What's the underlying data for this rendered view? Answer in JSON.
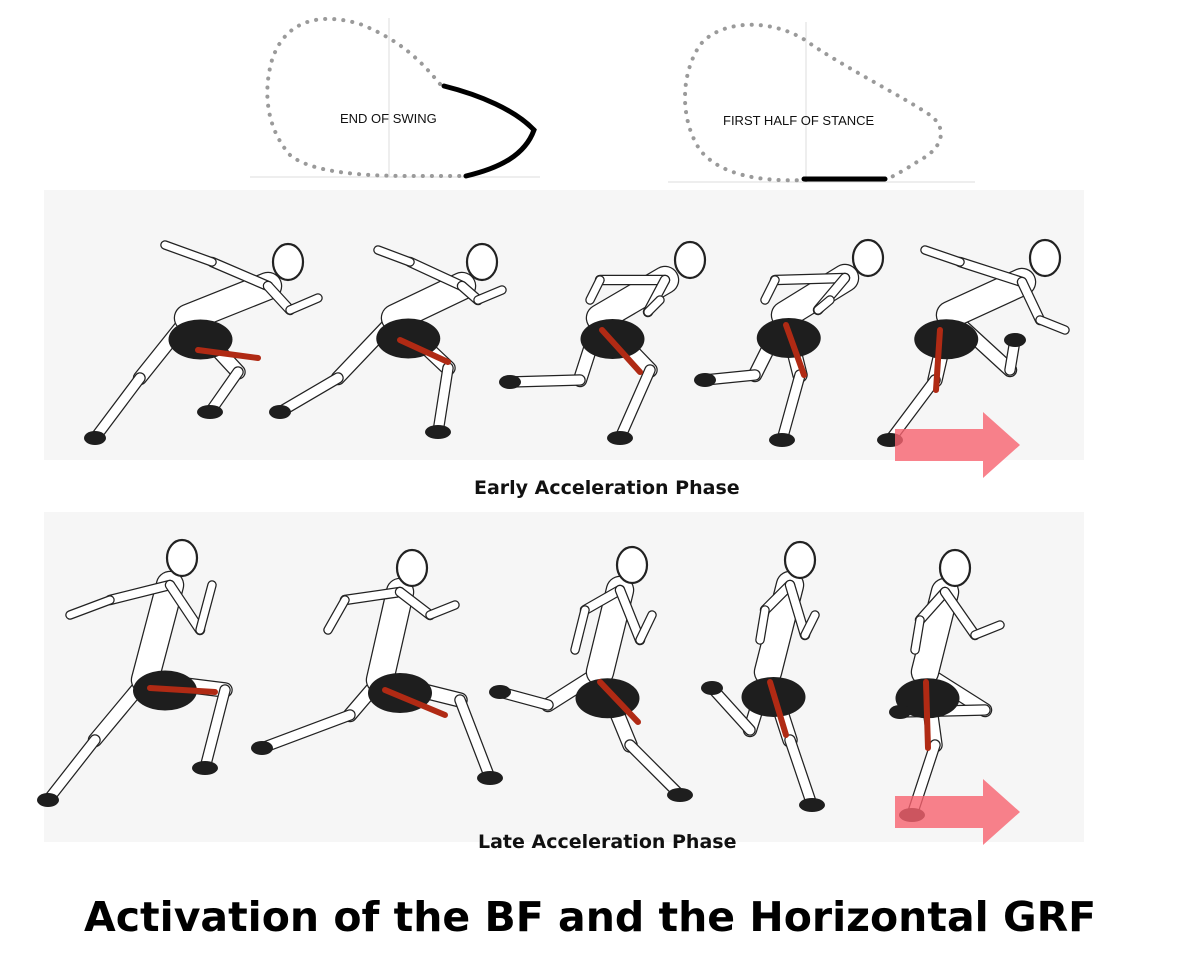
{
  "cycle_diagrams": [
    {
      "label": "END OF SWING"
    },
    {
      "label": "FIRST HALF OF STANCE"
    }
  ],
  "rows": [
    {
      "label": "Early Acceleration Phase",
      "runner_count": 5
    },
    {
      "label": "Late Acceleration Phase",
      "runner_count": 5
    }
  ],
  "title": "Activation of the BF and the Horizontal GRF",
  "colors": {
    "muscle": "#b02a14",
    "force_arrow": "#f7636f",
    "shorts": "#1e1e1e",
    "outline": "#222222",
    "dotted_path": "#9a9a9a"
  },
  "icons": [
    "runner-figure-icon",
    "force-arrow-icon",
    "gait-cycle-icon"
  ]
}
